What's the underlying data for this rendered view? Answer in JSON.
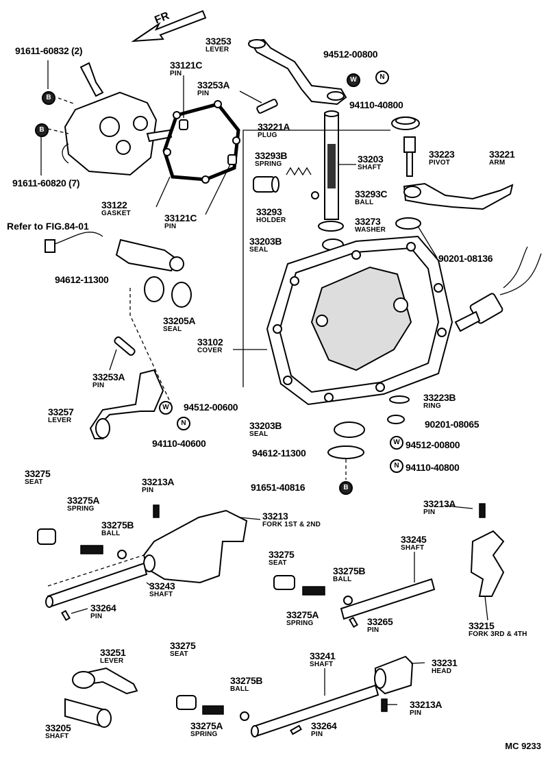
{
  "arrow_label": "FR",
  "reference_note": "Refer to FIG.84-01",
  "figure_id": "MC 9233",
  "symbols": {
    "bolt": "B",
    "washer": "W",
    "nut": "N"
  },
  "callouts": {
    "bolt_60832": {
      "pn": "91611-60832 (2)",
      "name": ""
    },
    "bolt_60820": {
      "pn": "91611-60820 (7)",
      "name": ""
    },
    "pin_33121c_top": {
      "pn": "33121C",
      "name": "PIN"
    },
    "gasket": {
      "pn": "33122",
      "name": "GASKET"
    },
    "pin_33121c_bottom": {
      "pn": "33121C",
      "name": "PIN"
    },
    "lever_33253": {
      "pn": "33253",
      "name": "LEVER"
    },
    "pin_33253a_top": {
      "pn": "33253A",
      "name": "PIN"
    },
    "washer_94512_00800_top": {
      "pn": "94512-00800",
      "name": ""
    },
    "nut_94110_40800_top": {
      "pn": "94110-40800",
      "name": ""
    },
    "plug": {
      "pn": "33221A",
      "name": "PLUG"
    },
    "spring_33293b": {
      "pn": "33293B",
      "name": "SPRING"
    },
    "shaft_33203": {
      "pn": "33203",
      "name": "SHAFT"
    },
    "pivot": {
      "pn": "33223",
      "name": "PIVOT"
    },
    "arm": {
      "pn": "33221",
      "name": "ARM"
    },
    "ball_33293c": {
      "pn": "33293C",
      "name": "BALL"
    },
    "holder": {
      "pn": "33293",
      "name": "HOLDER"
    },
    "washer_33273": {
      "pn": "33273",
      "name": "WASHER"
    },
    "seal_33203b_top": {
      "pn": "33203B",
      "name": "SEAL"
    },
    "gasket_90201_08136": {
      "pn": "90201-08136",
      "name": ""
    },
    "washer_94612_top": {
      "pn": "94612-11300",
      "name": ""
    },
    "seal_33205a": {
      "pn": "33205A",
      "name": "SEAL"
    },
    "cover": {
      "pn": "33102",
      "name": "COVER"
    },
    "pin_33253a_mid": {
      "pn": "33253A",
      "name": "PIN"
    },
    "lever_33257": {
      "pn": "33257",
      "name": "LEVER"
    },
    "washer_94512_00600": {
      "pn": "94512-00600",
      "name": ""
    },
    "nut_94110_40600": {
      "pn": "94110-40600",
      "name": ""
    },
    "ring_33223b": {
      "pn": "33223B",
      "name": "RING"
    },
    "seal_33203b_bottom": {
      "pn": "33203B",
      "name": "SEAL"
    },
    "gasket_90201_08065": {
      "pn": "90201-08065",
      "name": ""
    },
    "washer_94512_00800_bottom": {
      "pn": "94512-00800",
      "name": ""
    },
    "washer_94612_bottom": {
      "pn": "94612-11300",
      "name": ""
    },
    "nut_94110_40800_bottom": {
      "pn": "94110-40800",
      "name": ""
    },
    "bolt_91651": {
      "pn": "91651-40816",
      "name": ""
    },
    "seat_33275_left": {
      "pn": "33275",
      "name": "SEAT"
    },
    "pin_33213a_left": {
      "pn": "33213A",
      "name": "PIN"
    },
    "spring_33275a_left": {
      "pn": "33275A",
      "name": "SPRING"
    },
    "ball_33275b_left": {
      "pn": "33275B",
      "name": "BALL"
    },
    "fork_33213": {
      "pn": "33213",
      "name": "FORK 1ST & 2ND"
    },
    "pin_33213a_right": {
      "pn": "33213A",
      "name": "PIN"
    },
    "shaft_33245": {
      "pn": "33245",
      "name": "SHAFT"
    },
    "seat_33275_mid": {
      "pn": "33275",
      "name": "SEAT"
    },
    "ball_33275b_mid": {
      "pn": "33275B",
      "name": "BALL"
    },
    "shaft_33243": {
      "pn": "33243",
      "name": "SHAFT"
    },
    "pin_33264_left": {
      "pn": "33264",
      "name": "PIN"
    },
    "spring_33275a_mid": {
      "pn": "33275A",
      "name": "SPRING"
    },
    "pin_33265": {
      "pn": "33265",
      "name": "PIN"
    },
    "fork_33215": {
      "pn": "33215",
      "name": "FORK 3RD & 4TH"
    },
    "lever_33251": {
      "pn": "33251",
      "name": "LEVER"
    },
    "seat_33275_bottom": {
      "pn": "33275",
      "name": "SEAT"
    },
    "shaft_33241": {
      "pn": "33241",
      "name": "SHAFT"
    },
    "head_33231": {
      "pn": "33231",
      "name": "HEAD"
    },
    "ball_33275b_bottom": {
      "pn": "33275B",
      "name": "BALL"
    },
    "pin_33213a_bottom": {
      "pn": "33213A",
      "name": "PIN"
    },
    "shaft_33205": {
      "pn": "33205",
      "name": "SHAFT"
    },
    "spring_33275a_bottom": {
      "pn": "33275A",
      "name": "SPRING"
    },
    "pin_33264_bottom": {
      "pn": "33264",
      "name": "PIN"
    }
  }
}
